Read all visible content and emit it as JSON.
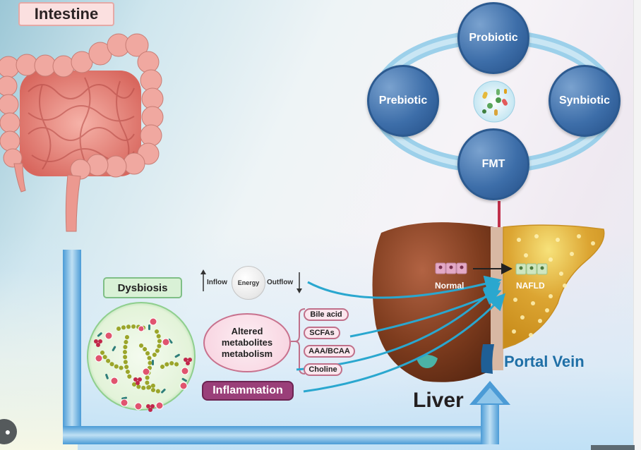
{
  "intestine": {
    "label": "Intestine"
  },
  "therapies": {
    "top": "Probiotic",
    "left": "Prebiotic",
    "right": "Synbiotic",
    "bottom": "FMT"
  },
  "dysbiosis": {
    "label": "Dysbiosis",
    "energy": {
      "inflow": "Inflow",
      "center": "Energy",
      "outflow": "Outflow"
    }
  },
  "metabolites": {
    "title_lines": [
      "Altered",
      "metabolites",
      "metabolism"
    ],
    "items": [
      "Bile acid",
      "SCFAs",
      "AAA/BCAA",
      "Choline"
    ]
  },
  "inflammation": {
    "label": "Inflammation"
  },
  "liver": {
    "label": "Liver",
    "normal_label": "Normal",
    "nafld_label": "NAFLD",
    "portal_vein_label": "Portal Vein"
  },
  "colors": {
    "therapy_circle": "#3d6ea9",
    "ring": "#a9d3ea",
    "flow_arrow": "#2aa7cf",
    "inhibit_line": "#c0304b",
    "inflammation": "#9a3f79",
    "portal_vein_text": "#1f6fa6",
    "liver_brown": "#7a3a1c",
    "liver_fatty": "#d9a62a"
  },
  "overlay": {
    "lens_icon": "google-lens-icon"
  }
}
